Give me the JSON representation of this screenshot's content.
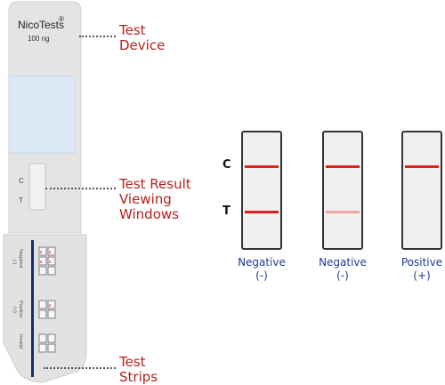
{
  "device": {
    "brand": "NicoTests",
    "brand_mark": "®",
    "dose": "100 ng",
    "window_c": "C",
    "window_t": "T",
    "strip_section_negative": "Negative",
    "strip_section_negative_sign": "(-)",
    "strip_section_positive": "Positive",
    "strip_section_positive_sign": "(+)",
    "strip_section_invalid": "Invalid"
  },
  "callouts": {
    "test_device": [
      "Test",
      "Device"
    ],
    "result_windows": [
      "Test Result",
      "Viewing",
      "Windows"
    ],
    "test_strips": [
      "Test",
      "Strips"
    ]
  },
  "results": {
    "c_letter": "C",
    "t_letter": "T",
    "items": [
      {
        "label": "Negative",
        "sign": "(-)",
        "c_band": "strong",
        "t_band": "strong"
      },
      {
        "label": "Negative",
        "sign": "(-)",
        "c_band": "strong",
        "t_band": "faint"
      },
      {
        "label": "Positive",
        "sign": "(+)",
        "c_band": "strong",
        "t_band": "none"
      }
    ]
  },
  "colors": {
    "band_red": "#e0201c",
    "band_faint": "#f0a6a4",
    "callout_red": "#b3221e",
    "label_blue": "#1f3a93",
    "strip_navy": "#1b2a6b",
    "window_blue": "#dce9f7"
  }
}
